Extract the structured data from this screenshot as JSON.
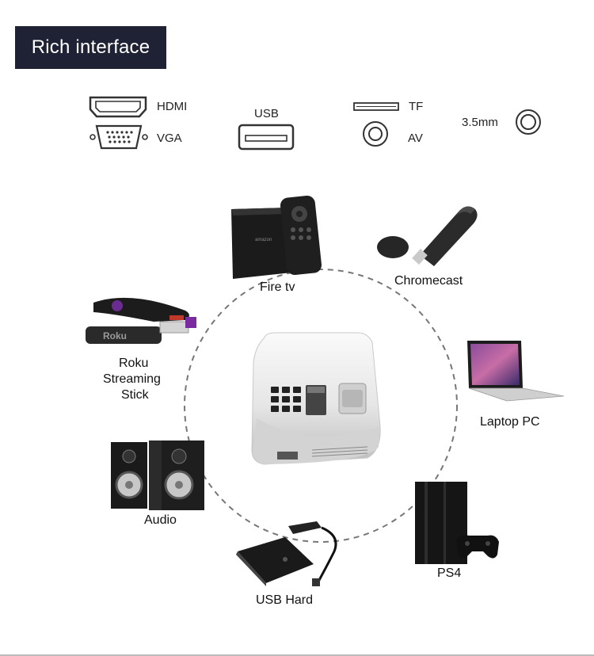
{
  "title": "Rich interface",
  "ports": {
    "hdmi": "HDMI",
    "vga": "VGA",
    "usb": "USB",
    "tf": "TF",
    "av": "AV",
    "audio_jack": "3.5mm"
  },
  "devices": {
    "fire_tv": "Fire tv",
    "chromecast": "Chromecast",
    "roku_line1": "Roku",
    "roku_line2": "Streaming",
    "roku_line3": "Stick",
    "laptop": "Laptop PC",
    "audio": "Audio",
    "ps4": "PS4",
    "usb_hard": "USB Hard"
  },
  "device_image_text": {
    "fire_tv_box_logo": "amazon",
    "roku_stick_logo": "Roku"
  }
}
